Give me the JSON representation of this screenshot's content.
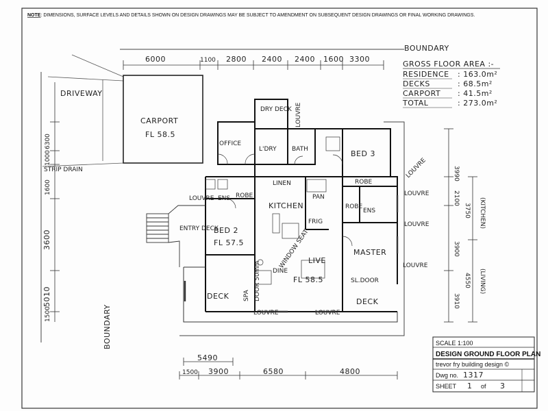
{
  "note": {
    "label": "NOTE",
    "text": ": DIMENSIONS, SURFACE LEVELS AND DETAILS SHOWN ON DESIGN DRAWINGS MAY BE SUBJECT TO AMENDMENT ON SUBSEQUENT DESIGN DRAWINGS OR FINAL WORKING DRAWINGS."
  },
  "boundary": {
    "top": "BOUNDARY",
    "left": "BOUNDARY"
  },
  "areas": {
    "heading": "GROSS FLOOR AREA :-",
    "rows": [
      {
        "label": "RESIDENCE",
        "value": ": 163.0m²"
      },
      {
        "label": "DECKS",
        "value": ": 68.5m²"
      },
      {
        "label": "CARPORT",
        "value": ": 41.5m²"
      },
      {
        "label": "TOTAL",
        "value": ": 273.0m²"
      }
    ]
  },
  "dims_top": [
    "6000",
    "1100",
    "2800",
    "2400",
    "2400",
    "1600",
    "3300"
  ],
  "dims_bottom_upper": [
    "5490"
  ],
  "dims_bottom_lower": [
    "1500",
    "3900",
    "6580",
    "4800"
  ],
  "dims_left": [
    "6300",
    "1000",
    "1600",
    "3600",
    "5010",
    "1500"
  ],
  "dims_right": [
    "3990",
    "2100",
    "3900",
    "3910"
  ],
  "dims_right_outer": [
    "3750",
    "(KITCHEN)",
    "4550",
    "(LIVING)"
  ],
  "rooms": {
    "driveway": "DRIVEWAY",
    "carport": "CARPORT",
    "carport_fl": "FL 58.5",
    "office": "OFFICE",
    "dry_deck": "DRY DECK",
    "louvre_top": "LOUVRE",
    "laundry": "L'DRY",
    "bath": "BATH",
    "bed3": "BED 3",
    "strip_drain": "STRIP DRAIN",
    "linen": "LINEN",
    "robe_right": "ROBE",
    "louvre_bed3": "LOUVRE",
    "louvre_ens": "LOUVRE",
    "ens": "ENS",
    "robe_left": "ROBE",
    "kitchen": "KITCHEN",
    "pan": "PAN",
    "robe_master": "ROBE",
    "ens_master": "ENS",
    "louvre_right1": "LOUVRE",
    "frig": "FRIG",
    "entry_deck": "ENTRY DECK",
    "bed2": "BED 2",
    "bed2_fl": "FL 57.5",
    "louvre_right2": "LOUVRE",
    "window_seat": "WINDOW SEAT",
    "master": "MASTER",
    "louvre_right3": "LOUVRE",
    "live": "LIVE",
    "dine": "DINE",
    "live_fl": "FL 58.5",
    "sliding": "SL.DOOR",
    "deck_left": "DECK",
    "deck_right": "DECK",
    "spa": "SPA",
    "louvre_bottom1": "LOUVRE",
    "louvre_bottom2": "LOUVRE",
    "door": "DOOR 50mm"
  },
  "title_block": {
    "scale": "SCALE 1:100",
    "title": "DESIGN GROUND FLOOR PLAN",
    "designer": "trevor fry building design ©",
    "dwg_label": "Dwg no.",
    "dwg_no": "1317",
    "sheet_label": "SHEET",
    "sheet_no": "1",
    "of_label": "of",
    "sheet_total": "3"
  }
}
